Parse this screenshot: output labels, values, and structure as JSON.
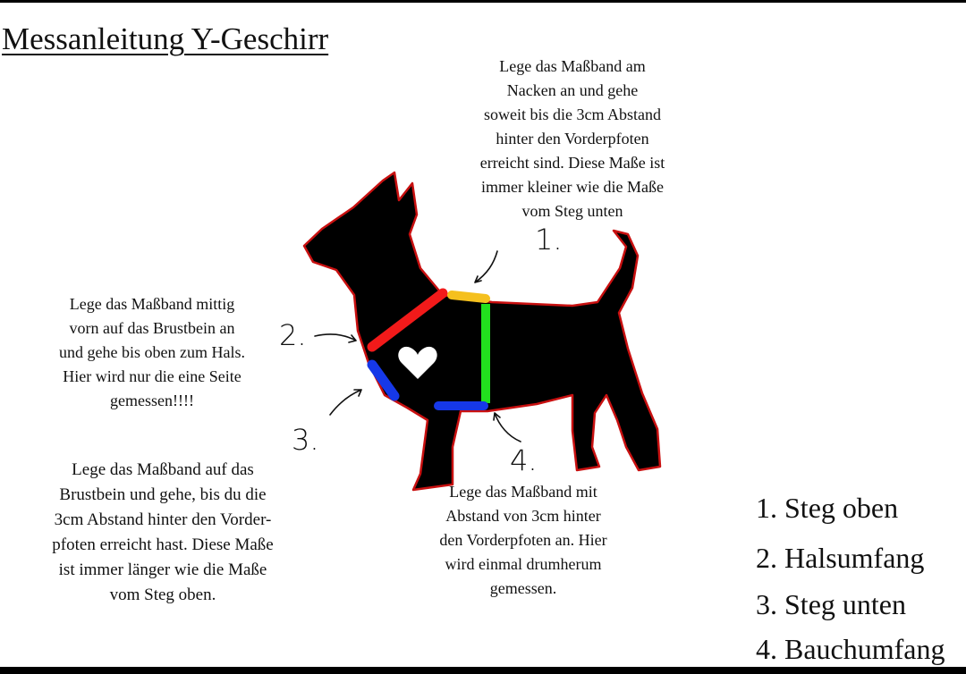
{
  "title": "Messanleitung Y-Geschirr",
  "instructions": {
    "step1": [
      "Lege das Maßband am",
      "Nacken an und gehe",
      "soweit bis die 3cm Abstand",
      "hinter den Vorderpfoten",
      "erreicht sind. Diese Maße ist",
      "immer kleiner wie die Maße",
      "vom Steg unten"
    ],
    "step2": [
      "Lege das Maßband mittig",
      "vorn auf das Brustbein an",
      "und gehe bis oben zum Hals.",
      "Hier wird nur die eine Seite",
      "gemessen!!!!"
    ],
    "step3": [
      "Lege das Maßband auf das",
      "Brustbein und gehe, bis du die",
      "3cm Abstand hinter den Vorder-",
      "pfoten erreicht hast. Diese Maße",
      "ist immer länger wie die Maße",
      "vom Steg oben."
    ],
    "step4": [
      "Lege das Maßband mit",
      "Abstand von 3cm hinter",
      "den Vorderpfoten an. Hier",
      "wird einmal drumherum",
      "gemessen."
    ]
  },
  "markers": [
    "1.",
    "2.",
    "3.",
    "4."
  ],
  "legend": [
    "1. Steg oben",
    "2. Halsumfang",
    "3. Steg unten",
    "4. Bauchumfang"
  ],
  "colors": {
    "steg_oben": "#f5c01e",
    "halsumfang": "#f21a1a",
    "steg_unten": "#1638e8",
    "bauchumfang": "#22e01e",
    "silhouette": "#000000",
    "outline": "#c81010"
  }
}
